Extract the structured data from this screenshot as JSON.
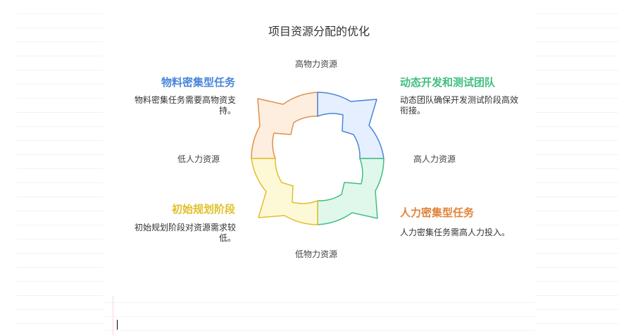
{
  "diagram": {
    "title": "项目资源分配的优化",
    "axes": {
      "top": "高物力资源",
      "bottom": "低物力资源",
      "left": "低人力资源",
      "right": "高人力资源"
    },
    "quadrants": {
      "top_left": {
        "heading": "物料密集型任务",
        "description": "物料密集任务需要高物资支持。",
        "color": "#4a86d8"
      },
      "top_right": {
        "heading": "动态开发和测试团队",
        "description": "动态团队确保开发测试阶段高效衔接。",
        "color": "#3fbf7f"
      },
      "bottom_left": {
        "heading": "初始规划阶段",
        "description": "初始规划阶段对资源需求较低。",
        "color": "#e0c02a"
      },
      "bottom_right": {
        "heading": "人力密集型任务",
        "description": "人力密集任务需高人力投入。",
        "color": "#e0843a"
      }
    },
    "cycle_colors": {
      "top_left": {
        "stroke": "#e0904a",
        "fill": "#fdeee0"
      },
      "top_right": {
        "stroke": "#4a86d8",
        "fill": "#e6efff"
      },
      "bottom_right": {
        "stroke": "#3fbf7f",
        "fill": "#e0f8ec"
      },
      "bottom_left": {
        "stroke": "#e0c02a",
        "fill": "#fdf8d6"
      }
    }
  }
}
